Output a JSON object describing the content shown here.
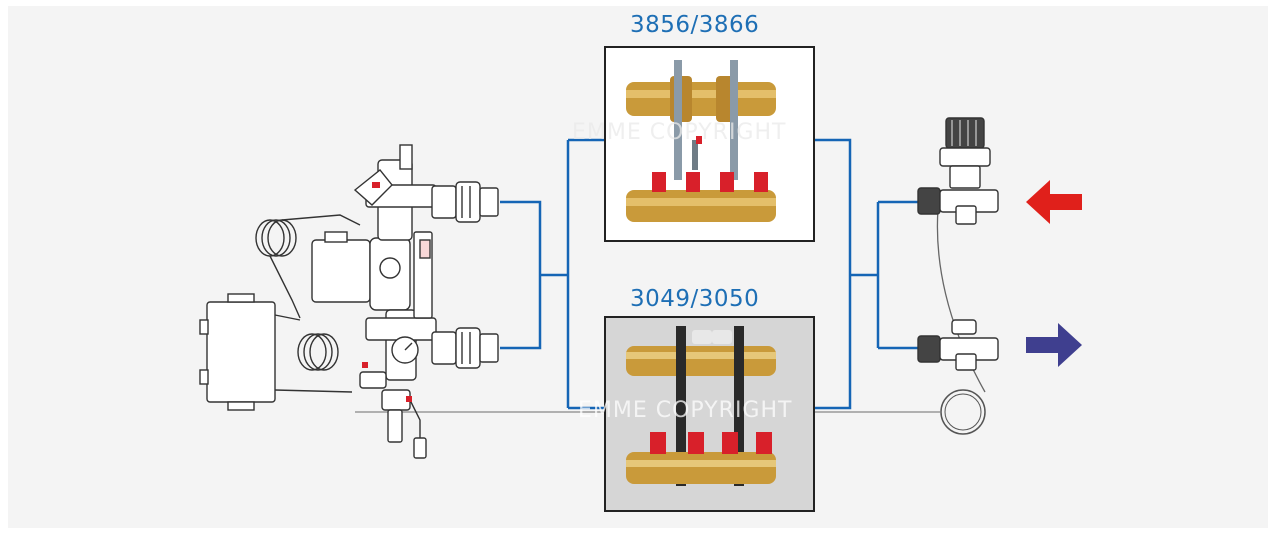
{
  "labels": {
    "top_model": "3856/3866",
    "bottom_model": "3049/3050"
  },
  "watermarks": {
    "top": "EMME COPYRIGHT",
    "bottom": "EMME COPYRIGHT"
  },
  "colors": {
    "label": "#1e6fb5",
    "pipe": "#1565b5",
    "arrow_supply": "#e0201b",
    "arrow_return": "#3f3f8f",
    "brass": "#c99a3a",
    "red_cap": "#d8202a"
  },
  "arrows": {
    "top": "arrow-left-icon",
    "bottom": "arrow-right-icon"
  }
}
